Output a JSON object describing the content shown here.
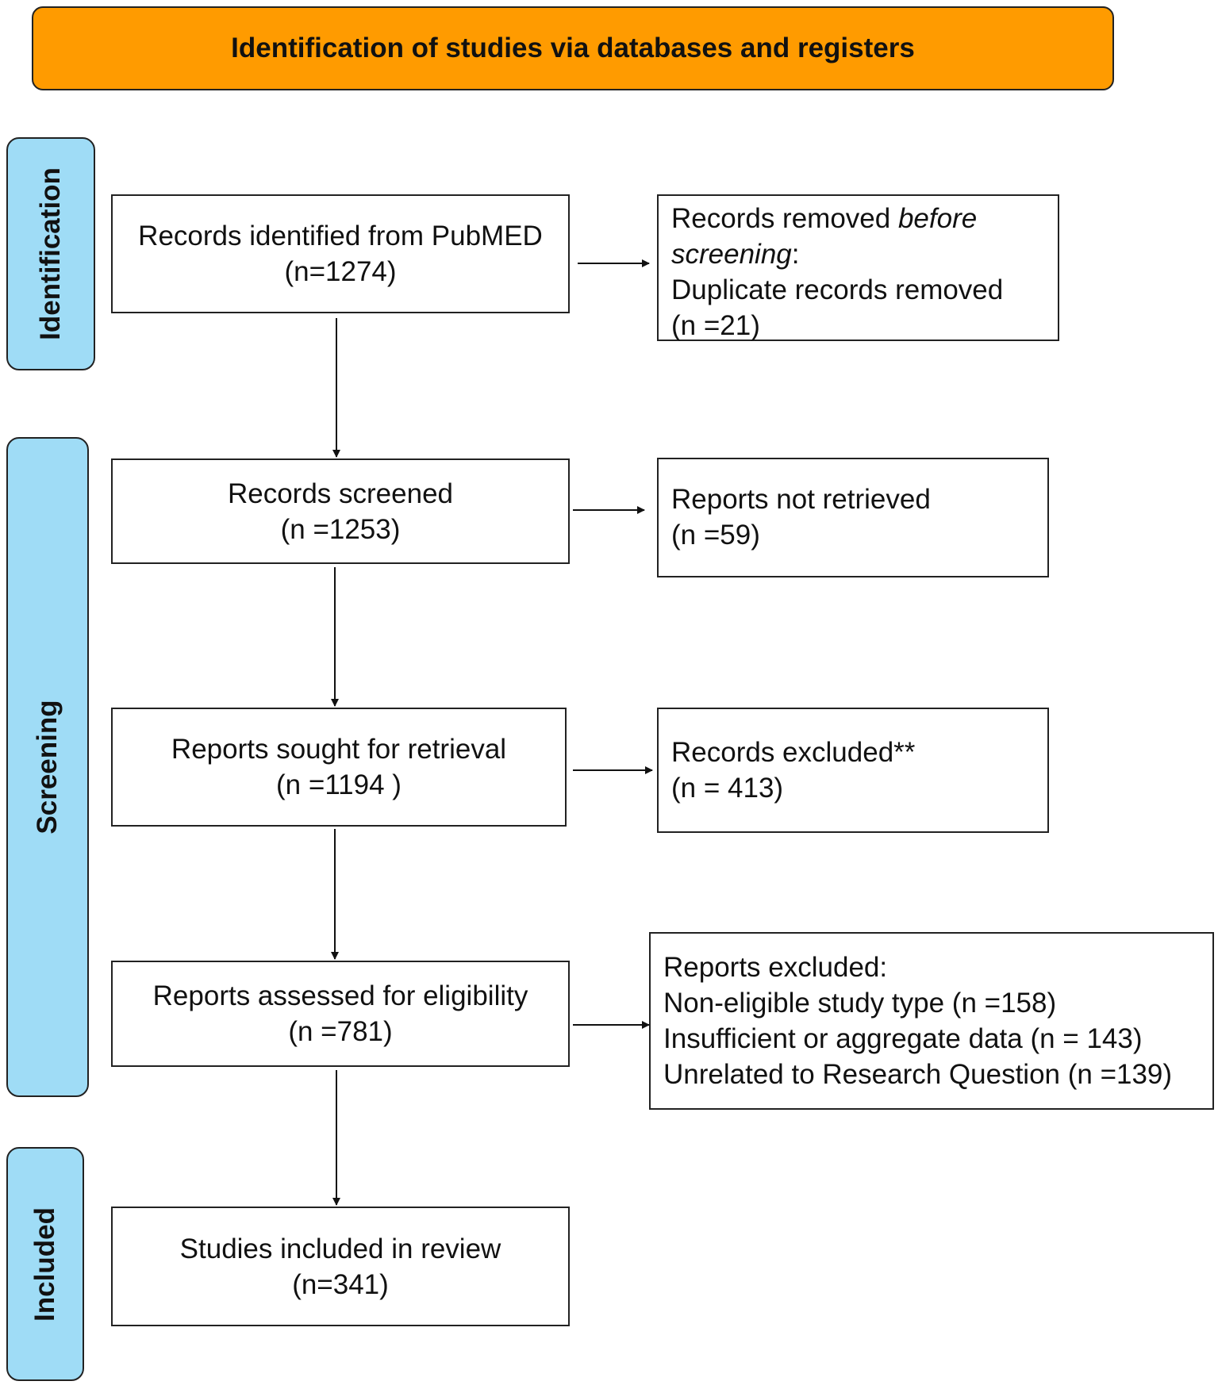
{
  "header": {
    "title": "Identification of studies via databases and registers"
  },
  "stages": {
    "identification": "Identification",
    "screening": "Screening",
    "included": "Included"
  },
  "boxes": {
    "records_identified": {
      "line1": "Records identified from PubMED",
      "line2": "(n=1274)"
    },
    "records_removed": {
      "line1_a": "Records removed ",
      "line1_b": "before",
      "line2_a": "screening",
      "line2_b": ":",
      "line3": "Duplicate records removed",
      "line4": "(n =21)"
    },
    "records_screened": {
      "line1": "Records screened",
      "line2": "(n =1253)"
    },
    "reports_not_retrieved": {
      "line1": "Reports not retrieved",
      "line2": "(n =59)"
    },
    "reports_sought": {
      "line1": "Reports sought for retrieval",
      "line2": "(n =1194 )"
    },
    "records_excluded": {
      "line1": "Records excluded**",
      "line2": "(n = 413)"
    },
    "reports_assessed": {
      "line1": "Reports assessed for eligibility",
      "line2": "(n =781)"
    },
    "reports_excluded": {
      "line1": "Reports excluded:",
      "line2": "Non-eligible study type (n =158)",
      "line3": "Insufficient or aggregate data (n = 143)",
      "line4": "Unrelated to Research Question (n =139)"
    },
    "studies_included": {
      "line1": "Studies included in review",
      "line2": "(n=341)"
    }
  }
}
